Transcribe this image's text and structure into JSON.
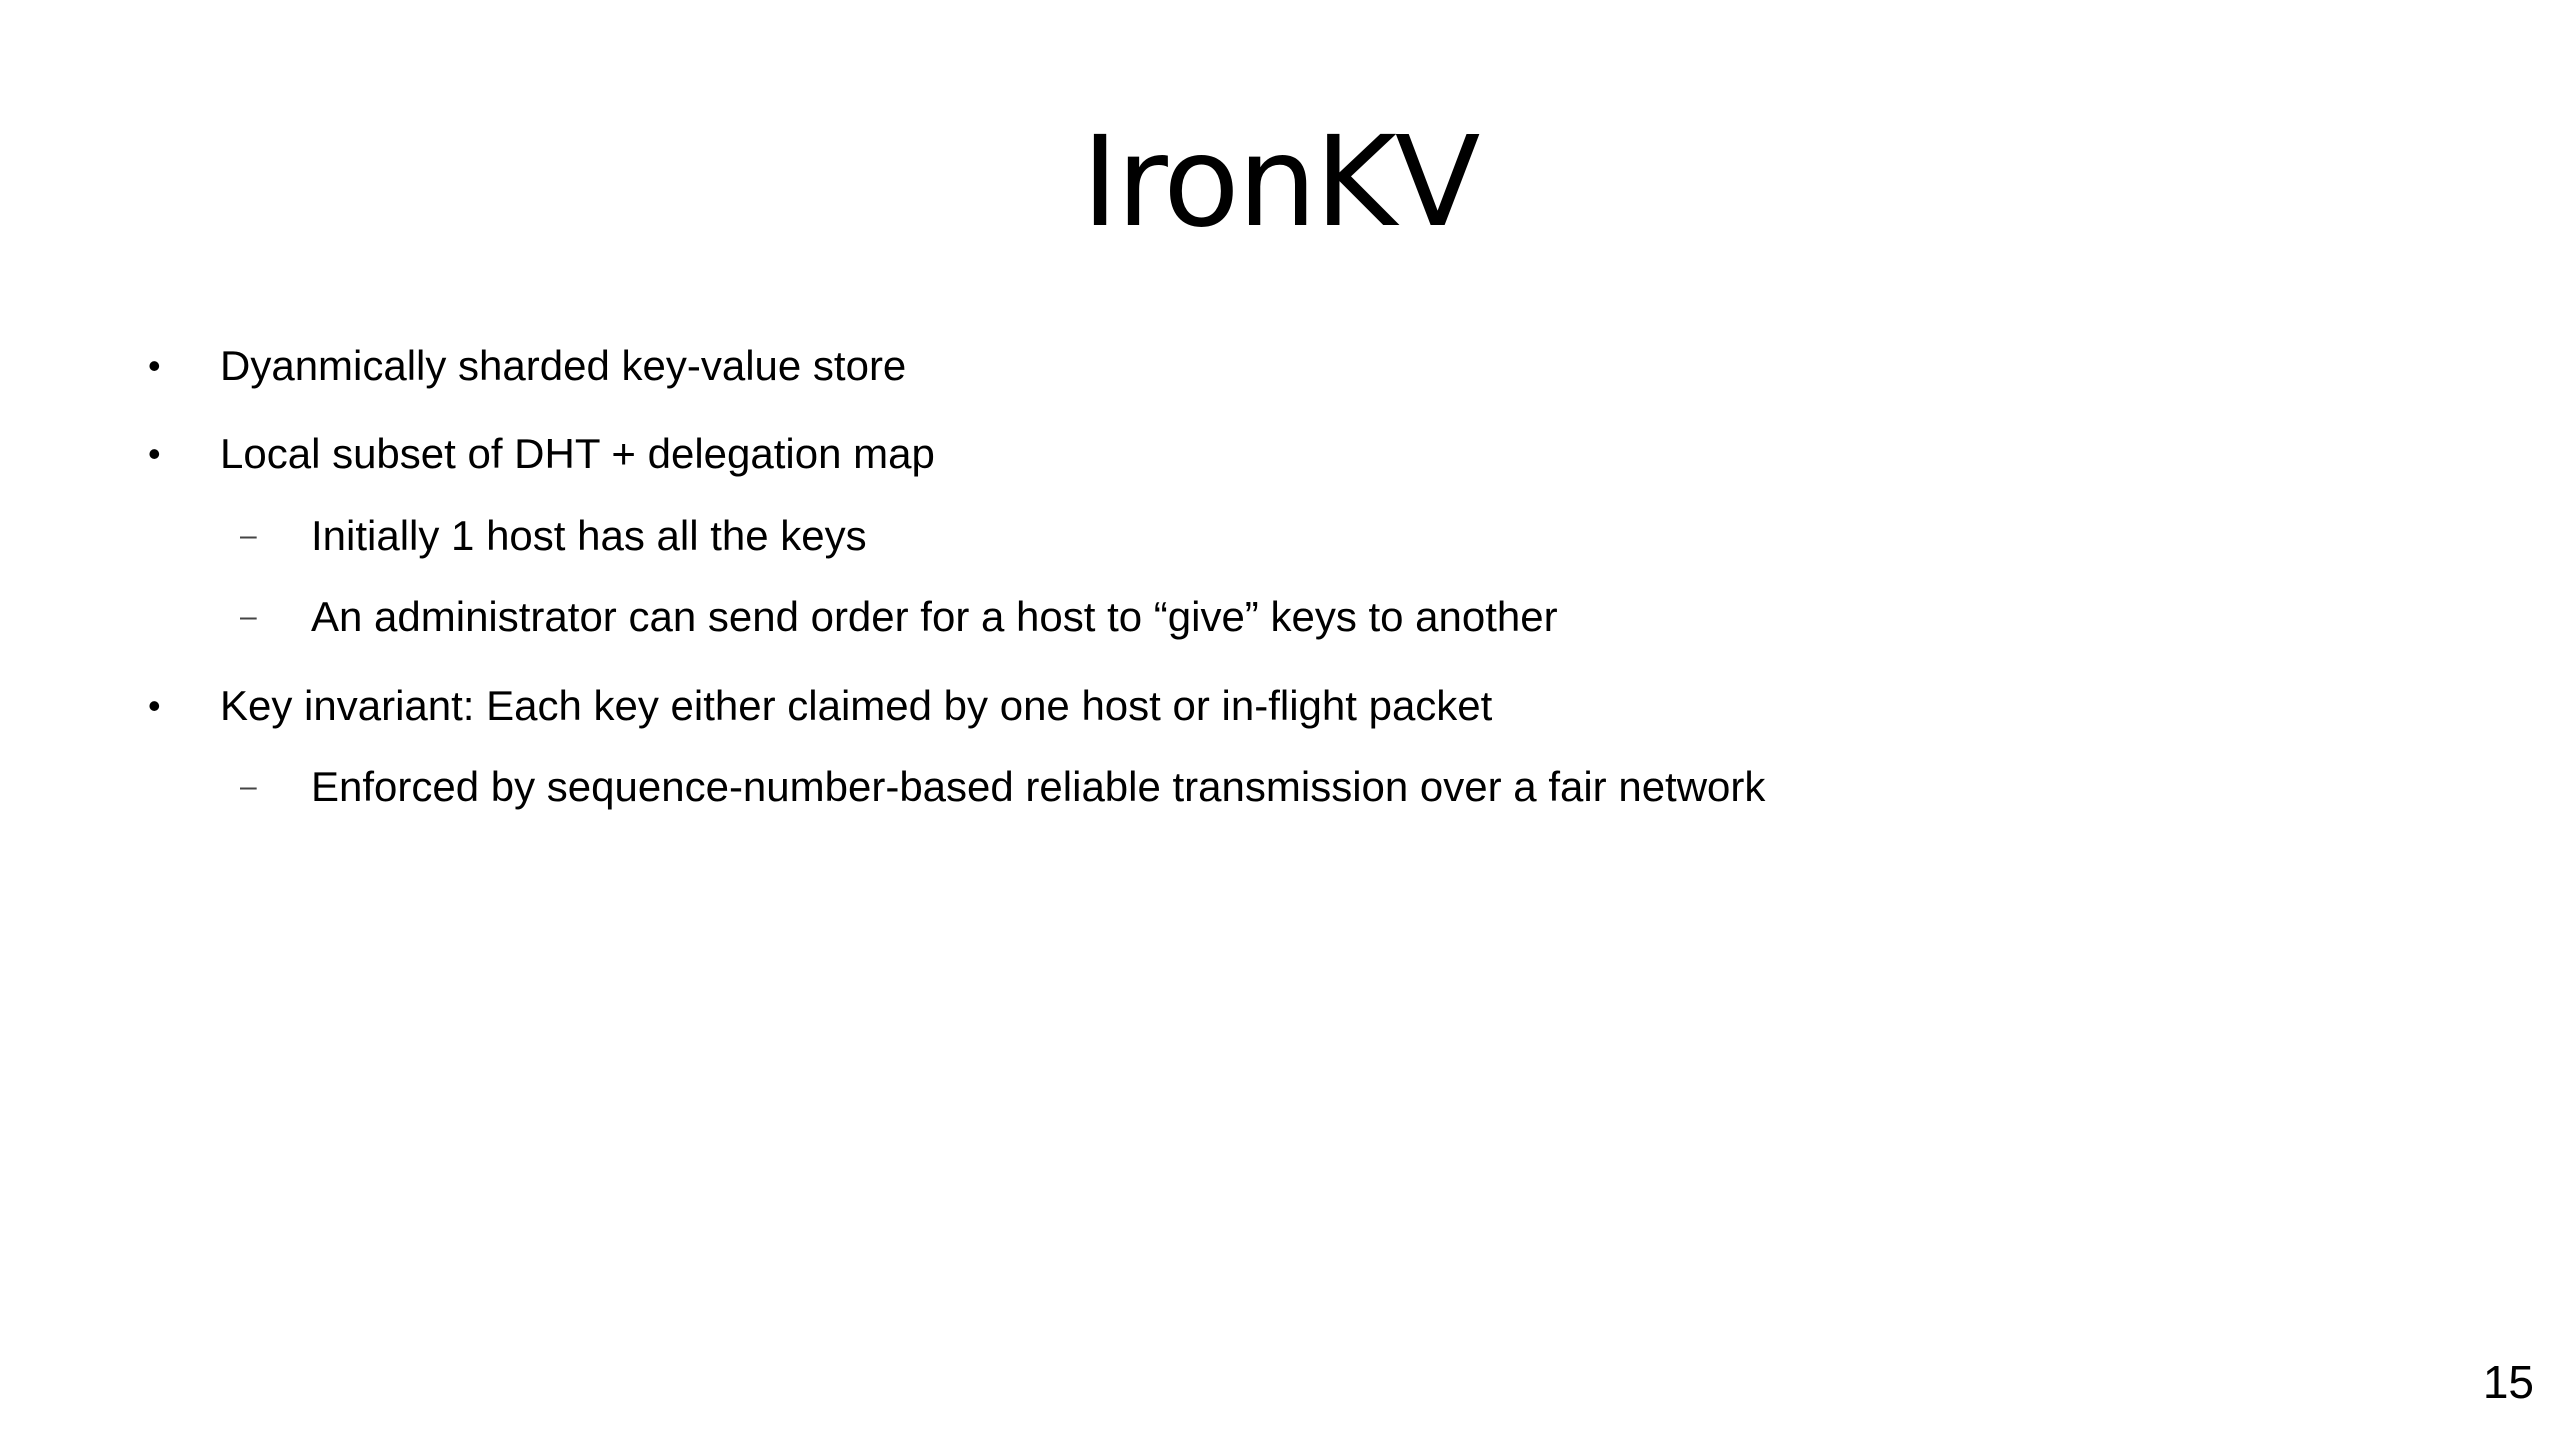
{
  "slide": {
    "title": "IronKV",
    "page_number": "15",
    "bullet_glyph": "•",
    "dash_glyph": "–",
    "items": [
      {
        "level": 1,
        "text": "Dyanmically sharded key-value store"
      },
      {
        "level": 1,
        "text": "Local subset of DHT + delegation map"
      },
      {
        "level": 2,
        "text": "Initially 1 host has all the keys"
      },
      {
        "level": 2,
        "text": "An administrator can send order for a host to “give” keys to another"
      },
      {
        "level": 1,
        "text": "Key invariant: Each key either claimed by one host or in-flight packet"
      },
      {
        "level": 2,
        "text": "Enforced by sequence-number-based reliable transmission over a fair network"
      }
    ]
  }
}
